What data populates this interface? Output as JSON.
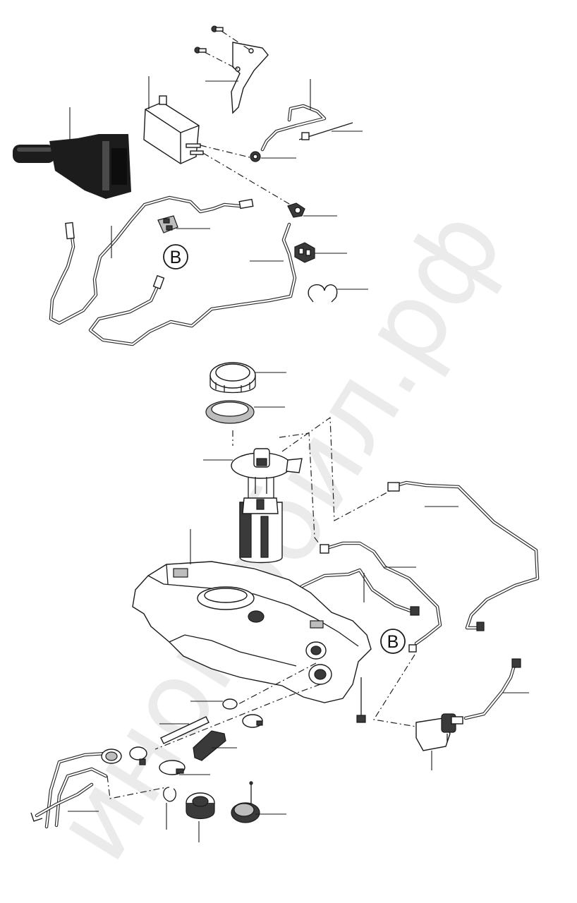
{
  "callouts": [
    {
      "id": "B",
      "label": "B"
    },
    {
      "id": "B2",
      "label": "B"
    }
  ],
  "watermark": {
    "text": "иномобил.рф"
  }
}
